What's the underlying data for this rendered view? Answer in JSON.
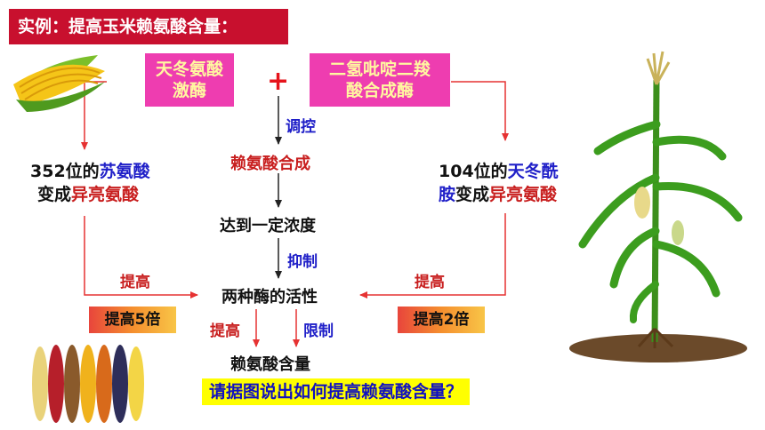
{
  "title": "实例：提高玉米赖氨酸含量：",
  "enzyme_left": [
    "天冬氨酸",
    "激酶"
  ],
  "enzyme_right": [
    "二氢吡啶二羧",
    "酸合成酶"
  ],
  "plus": "+",
  "regulate": "调控",
  "lysine_synthesis": "赖氨酸合成",
  "reach_concentration": "达到一定浓度",
  "inhibit": "抑制",
  "two_enzymes_activity": "两种酶的活性",
  "increase": "提高",
  "limit": "限制",
  "lysine_content": "赖氨酸含量",
  "left_mutation": {
    "pos": "352位的",
    "aa1": "苏氨酸",
    "change": "变成",
    "aa2": "异亮氨酸"
  },
  "right_mutation": {
    "pos": "104位的",
    "aa1a": "天冬酰",
    "aa1b": "胺",
    "change": "变成",
    "aa2": "异亮氨酸"
  },
  "left_increase": "提高",
  "right_increase": "提高",
  "left_fold": "提高5倍",
  "right_fold": "提高2倍",
  "question": "请据图说出如何提高赖氨酸含量？",
  "colors": {
    "title_bg": "#c8102e",
    "enzyme_bg": "#ee3db0",
    "arrow_red": "#e63232",
    "question_bg": "#ffff00"
  }
}
